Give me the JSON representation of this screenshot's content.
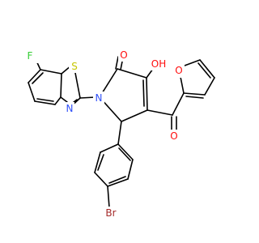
{
  "colors": {
    "bond": "#000000",
    "oxygen": "#ff0d0d",
    "nitrogen": "#3050f8",
    "sulfur": "#c6c600",
    "fluorine": "#33cc33",
    "bromine": "#a52a2a"
  },
  "atoms": {
    "fluorine": "F",
    "sulfur": "S",
    "nitrogen_ring": "N",
    "nitrogen_thiazole": "N",
    "oxygen_lactam": "O",
    "oxygen_hydroxyl": "OH",
    "oxygen_furan": "O",
    "oxygen_ketone": "O",
    "bromine": "Br"
  }
}
